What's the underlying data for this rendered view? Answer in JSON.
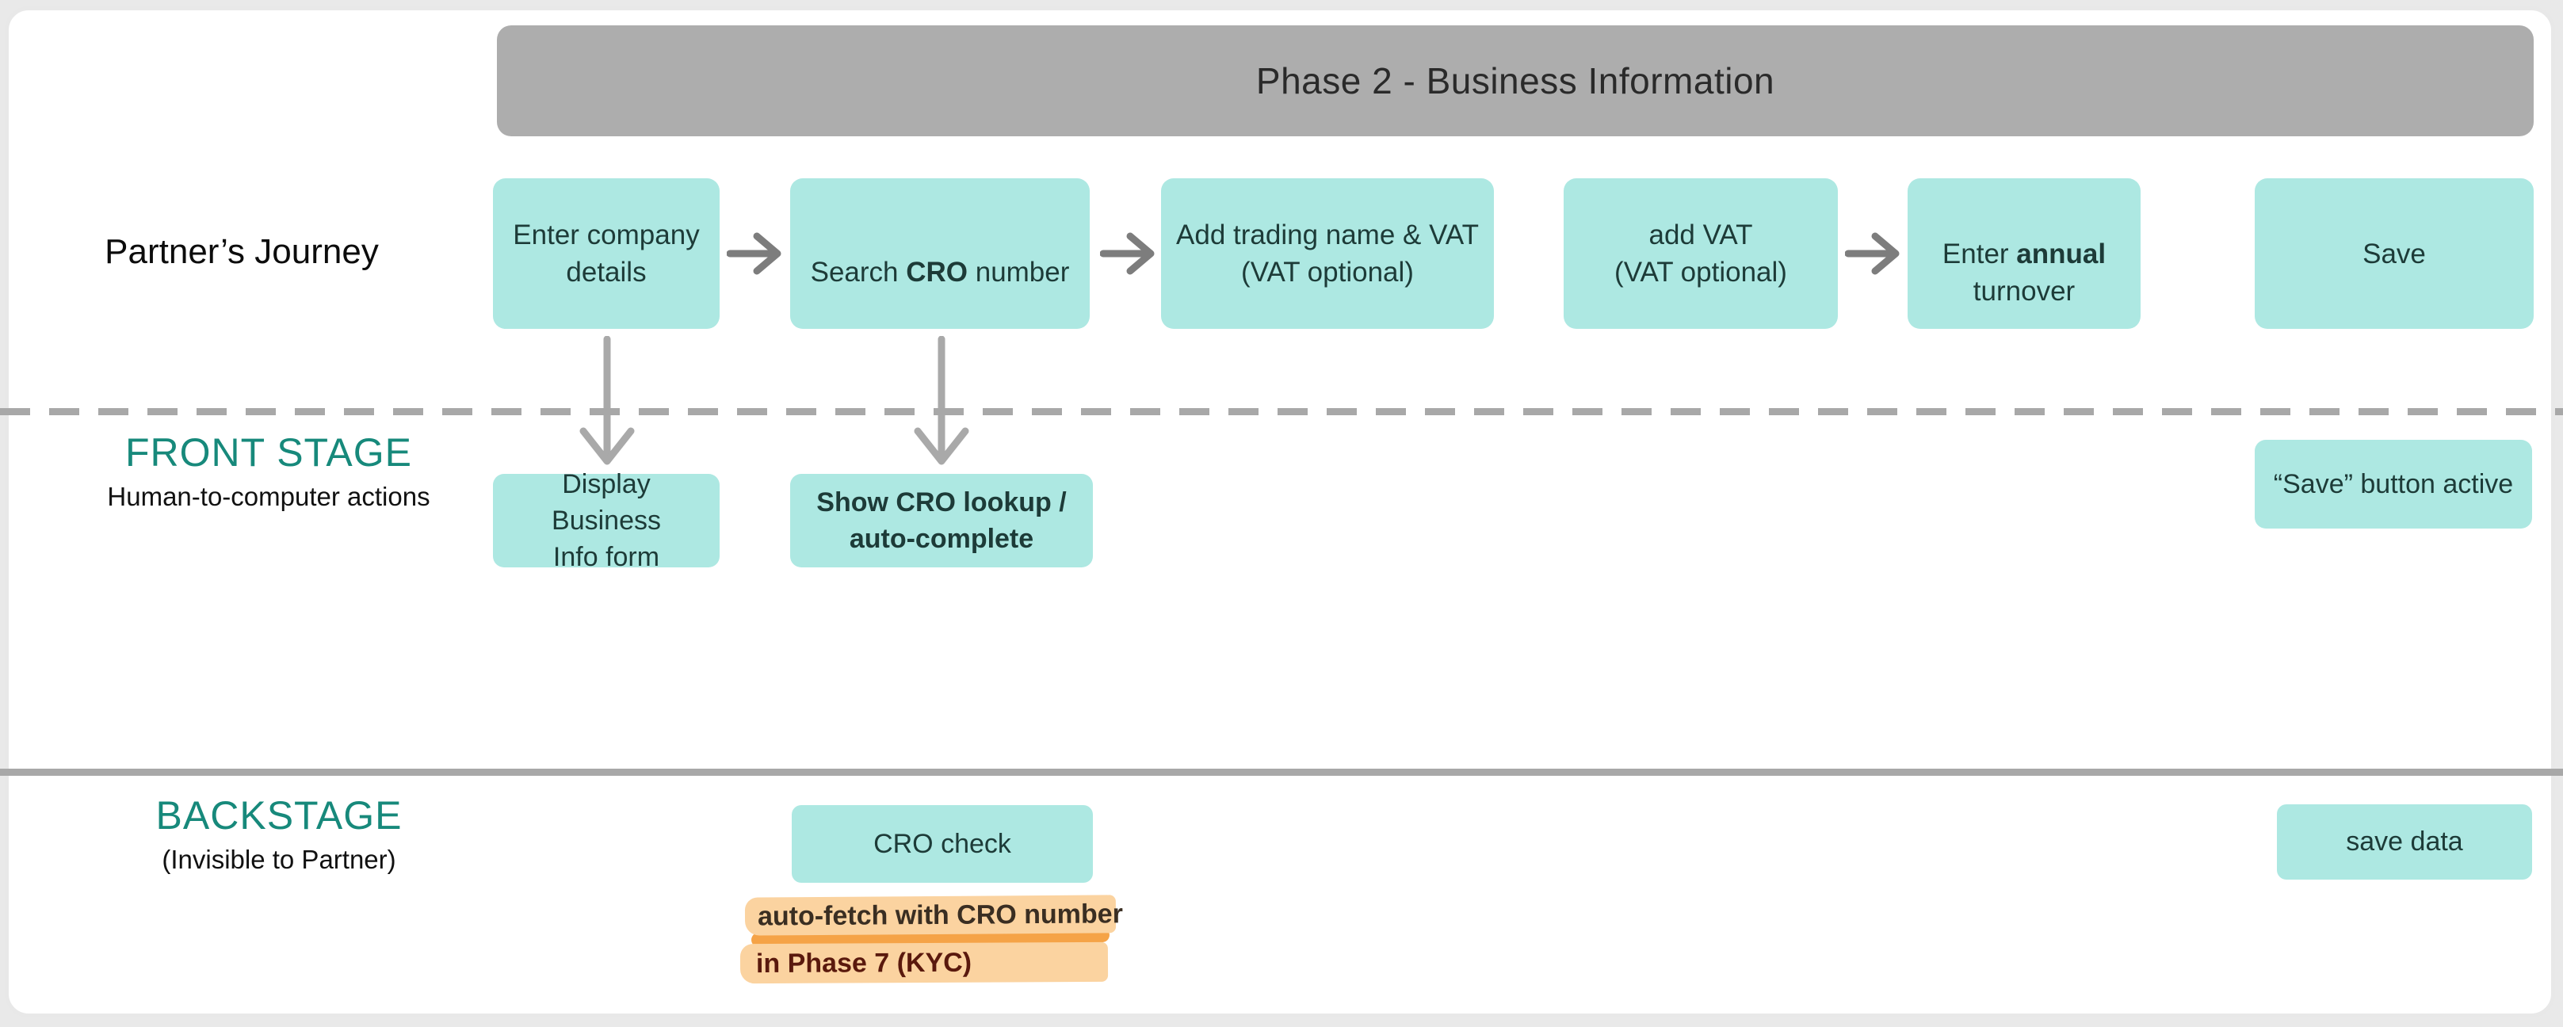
{
  "header": {
    "title": "Phase 2 - Business Information"
  },
  "lanes": {
    "journey": {
      "label": "Partner’s Journey"
    },
    "front_stage": {
      "label": "FRONT STAGE",
      "sublabel": "Human-to-computer actions"
    },
    "backstage": {
      "label": "BACKSTAGE",
      "sublabel": "(Invisible to Partner)"
    }
  },
  "journey_steps": {
    "step1": "Enter company\ndetails",
    "step2": {
      "pre": "Search ",
      "bold": "CRO",
      "post": " number"
    },
    "step3": "Add trading name & VAT\n(VAT optional)",
    "step4": "add VAT\n(VAT optional)",
    "step5": {
      "pre": "Enter ",
      "bold": "annual",
      "post": "\nturnover"
    },
    "step6": "Save"
  },
  "front_stage_actions": {
    "display_form": "Display Business\nInfo form",
    "cro_lookup": "Show CRO lookup /\nauto-complete",
    "save_active": "“Save” button active"
  },
  "backstage_actions": {
    "cro_check": "CRO check",
    "save_data": "save data"
  },
  "annotation": {
    "line1": "auto-fetch with CRO number",
    "line2": "in Phase 7 (KYC)"
  },
  "colors": {
    "node_teal": "#ade8e2",
    "node_text": "#1d3b38",
    "stage_label_teal": "#17897b",
    "header_gray": "#adadad",
    "arrow_gray": "#7d7d7d",
    "divider_gray": "#a8a8a8",
    "highlight_light_orange": "#fbd3a0",
    "highlight_dark_orange": "#f5a347",
    "annotation_text_line1": "#3a2e22",
    "annotation_text_line2": "#5a190d"
  }
}
